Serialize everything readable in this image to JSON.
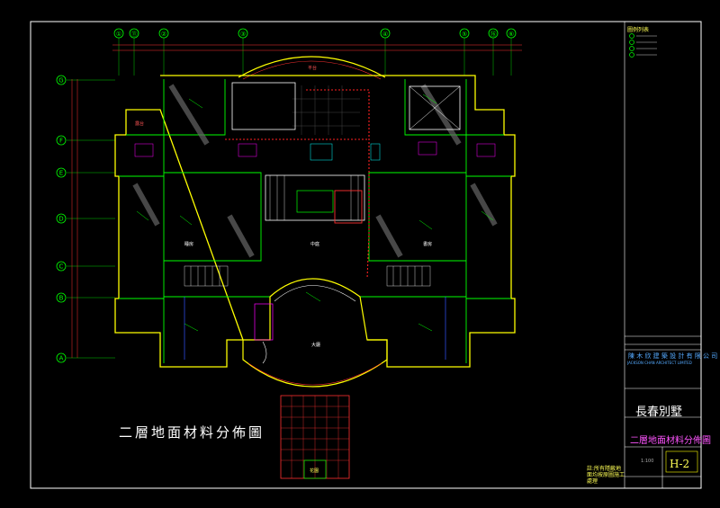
{
  "drawing": {
    "title": "二層地面材料分佈圖",
    "project_label": "長春別墅",
    "drawing_label": "二層地面材料分佈圖",
    "drawing_no": "H-2",
    "scale": "1:100",
    "company_name": "陳 木 欣 建 築 設 計 有 限 公 司",
    "company_sub": "JACKSON CHAN ARCHITECT LIMITED",
    "note": "註:所有隱蔽地面均按原圖施工處理",
    "legend_title": "圖例列表"
  },
  "grid_columns": [
    "①",
    "⑪",
    "②",
    "③",
    "④",
    "⑤",
    "⑯",
    "⑥"
  ],
  "grid_rows": [
    "G",
    "F",
    "E",
    "D",
    "C",
    "B",
    "A"
  ],
  "rooms": [
    {
      "label": "平台"
    },
    {
      "label": "露台"
    },
    {
      "label": "中庭"
    },
    {
      "label": "睡房"
    },
    {
      "label": "書房"
    },
    {
      "label": "大廳"
    },
    {
      "label": "花園"
    }
  ],
  "colors": {
    "background": "#000000",
    "walls": "#ffff00",
    "grid": "#00ff00",
    "accent": "#ff00ff",
    "red": "#ff2020",
    "white": "#ffffff",
    "cyan": "#00ffff",
    "blue": "#3355ff"
  }
}
